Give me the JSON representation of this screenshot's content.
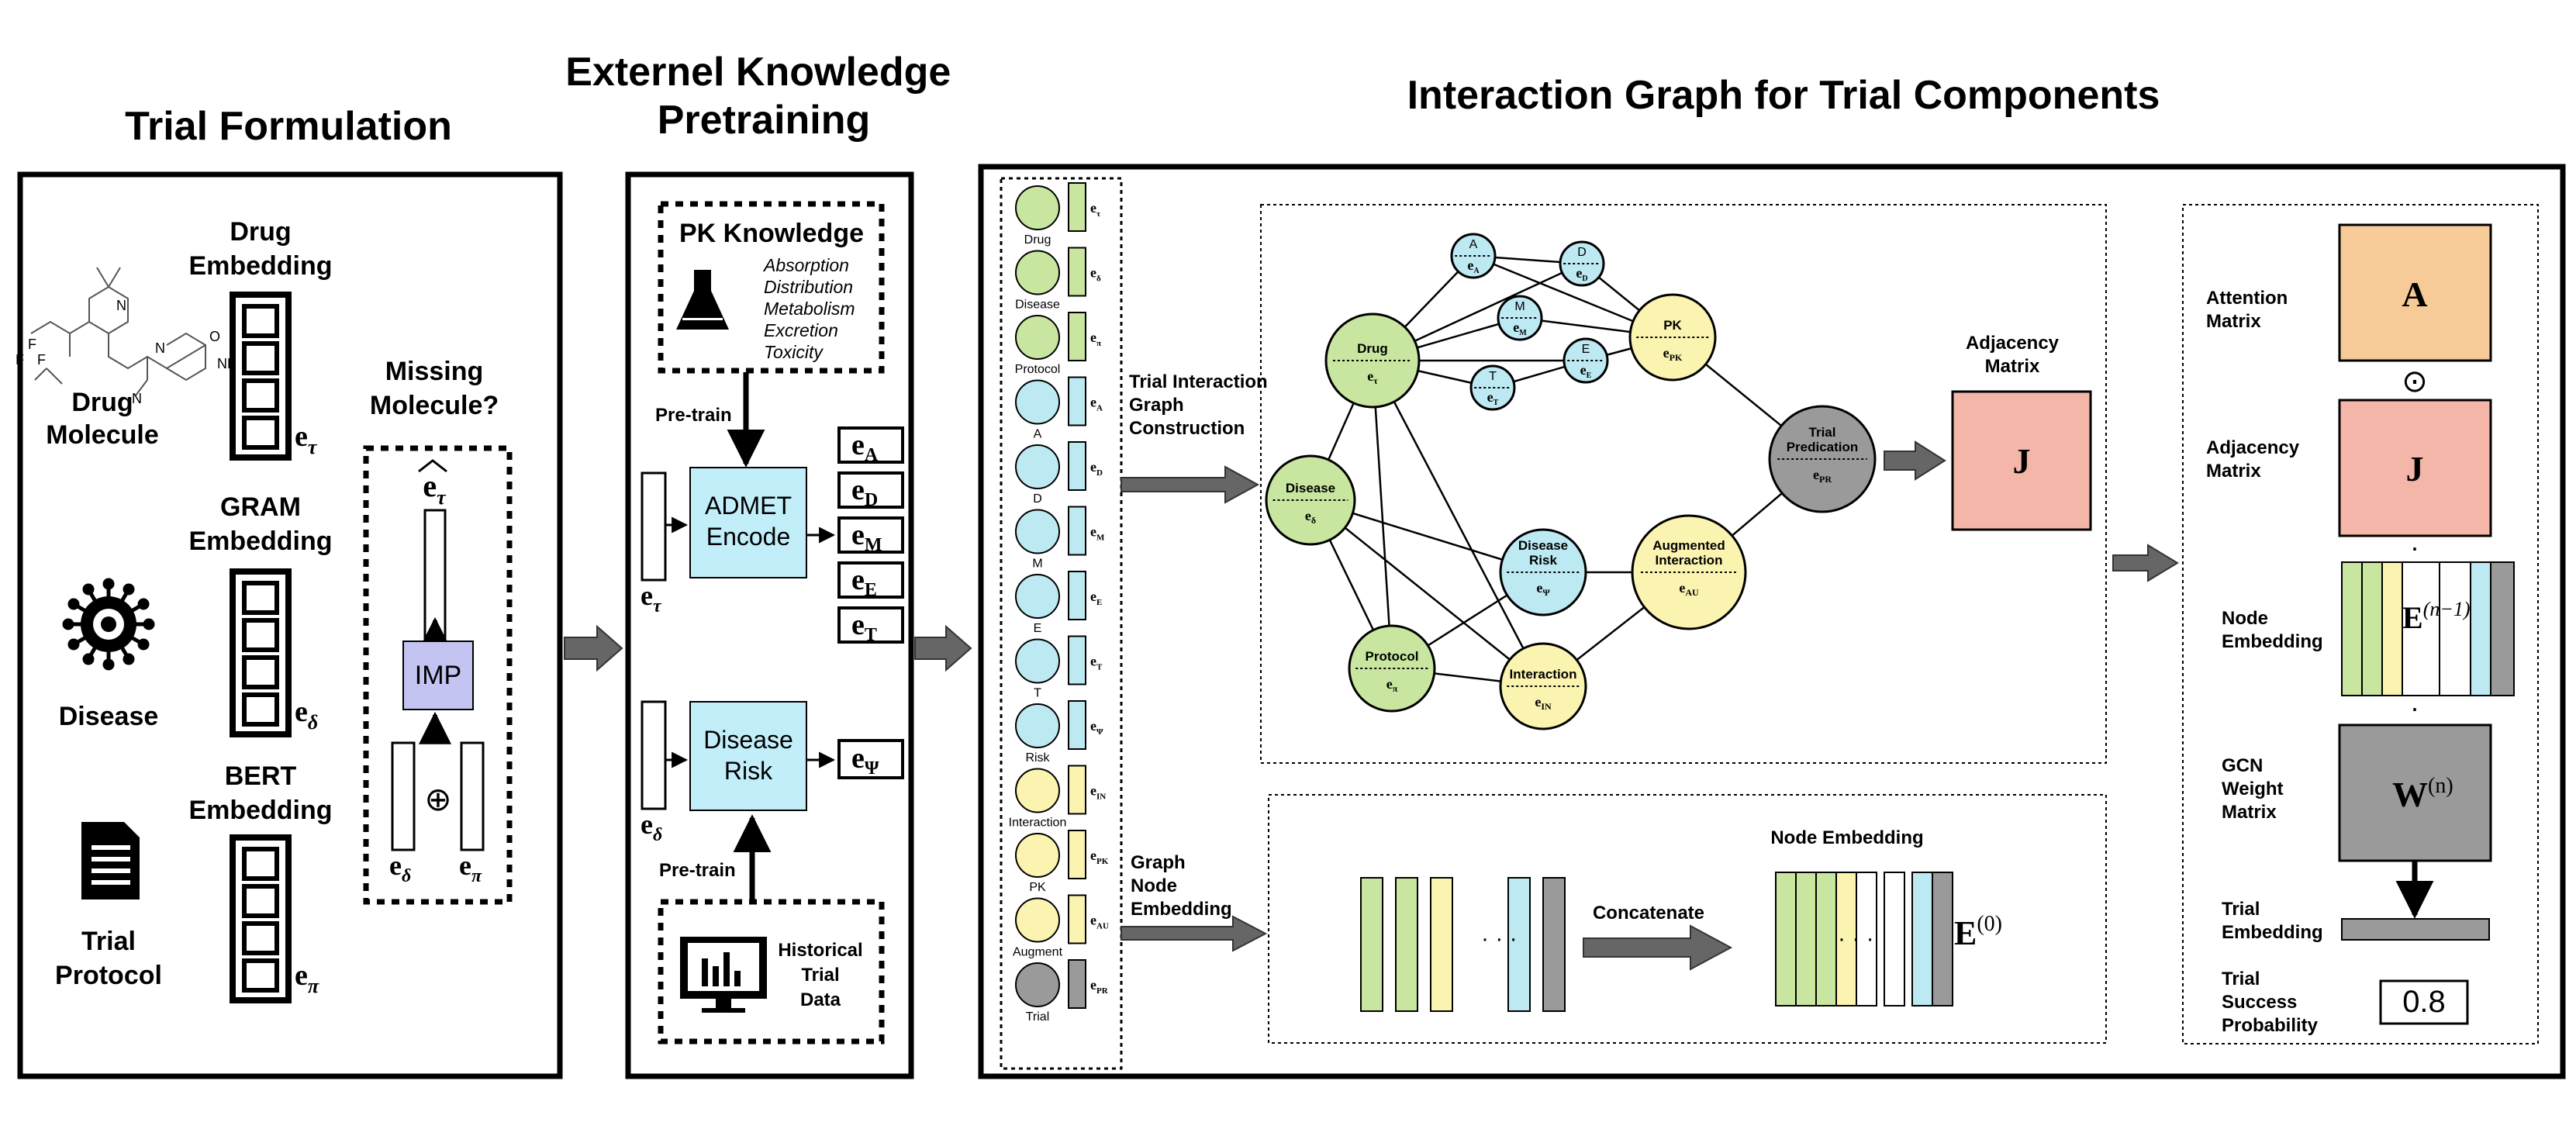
{
  "panels": {
    "trial_formulation": {
      "title": "Trial Formulation",
      "drug_molecule": "Drug Molecule",
      "disease": "Disease",
      "trial_protocol": "Trial Protocol",
      "drug_embedding": "Drug Embedding",
      "gram_embedding": "GRAM Embedding",
      "bert_embedding": "BERT Embedding",
      "e_tau": "e",
      "e_tau_sub": "τ",
      "e_delta": "e",
      "e_delta_sub": "δ",
      "e_pi": "e",
      "e_pi_sub": "π",
      "missing_molecule": "Missing Molecule?",
      "imp": "IMP",
      "oplus": "⊕"
    },
    "external_knowledge": {
      "title": "Externel Knowledge Pretraining",
      "pk_knowledge": "PK Knowledge",
      "pk_items": [
        "Absorption",
        "Distribution",
        "Metabolism",
        "Excretion",
        "Toxicity"
      ],
      "pretrain": "Pre-train",
      "admet_encode": "ADMET Encode",
      "disease_risk": "Disease Risk",
      "historical_trial_data": "Historical Trial Data",
      "admet_outputs": [
        "A",
        "D",
        "M",
        "E",
        "T"
      ],
      "risk_output": "Ψ"
    },
    "interaction_graph": {
      "title": "Interaction Graph for Trial Components",
      "node_list": [
        {
          "label": "Drug",
          "sub": "τ",
          "color": "#c8e6a0"
        },
        {
          "label": "Disease",
          "sub": "δ",
          "color": "#c8e6a0"
        },
        {
          "label": "Protocol",
          "sub": "π",
          "color": "#c8e6a0"
        },
        {
          "label": "A",
          "sub": "A",
          "color": "#bde9f2"
        },
        {
          "label": "D",
          "sub": "D",
          "color": "#bde9f2"
        },
        {
          "label": "M",
          "sub": "M",
          "color": "#bde9f2"
        },
        {
          "label": "E",
          "sub": "E",
          "color": "#bde9f2"
        },
        {
          "label": "T",
          "sub": "T",
          "color": "#bde9f2"
        },
        {
          "label": "Risk",
          "sub": "Ψ",
          "color": "#bde9f2"
        },
        {
          "label": "Interaction",
          "sub": "IN",
          "color": "#fbf3b0"
        },
        {
          "label": "PK",
          "sub": "PK",
          "color": "#fbf3b0"
        },
        {
          "label": "Augment",
          "sub": "AU",
          "color": "#fbf3b0"
        },
        {
          "label": "Trial",
          "sub": "PR",
          "color": "#9a9a9a"
        }
      ],
      "trial_interaction_graph_construction": "Trial Interaction Graph Construction",
      "graph_node_embedding": "Graph Node Embedding",
      "adjacency_matrix": "Adjacency Matrix",
      "j_symbol": "J",
      "node_embedding": "Node Embedding",
      "concatenate": "Concatenate",
      "e0": "E",
      "e0_sup": "(0)",
      "graph_nodes": {
        "drug": {
          "label": "Drug",
          "vec": "e",
          "sub": "τ"
        },
        "disease": {
          "label": "Disease",
          "vec": "e",
          "sub": "δ"
        },
        "protocol": {
          "label": "Protocol",
          "vec": "e",
          "sub": "π"
        },
        "a": {
          "label": "A",
          "vec": "e",
          "sub": "A"
        },
        "d": {
          "label": "D",
          "vec": "e",
          "sub": "D"
        },
        "m": {
          "label": "M",
          "vec": "e",
          "sub": "M"
        },
        "e": {
          "label": "E",
          "vec": "e",
          "sub": "E"
        },
        "t": {
          "label": "T",
          "vec": "e",
          "sub": "T"
        },
        "pk": {
          "label": "PK",
          "vec": "e",
          "sub": "PK"
        },
        "risk": {
          "label": "Disease Risk",
          "vec": "e",
          "sub": "Ψ"
        },
        "aug": {
          "label": "Augmented Interaction",
          "vec": "e",
          "sub": "AU"
        },
        "interaction": {
          "label": "Interaction",
          "vec": "e",
          "sub": "IN"
        },
        "trial": {
          "label": "Trial Predication",
          "vec": "e",
          "sub": "PR"
        }
      }
    },
    "gcn": {
      "attention_matrix": "Attention Matrix",
      "a_symbol": "A",
      "odot": "⊙",
      "adjacency_matrix": "Adjacency Matrix",
      "j_symbol": "J",
      "node_embedding": "Node Embedding",
      "e_n1": "E",
      "e_n1_sup": "(n−1)",
      "gcn_weight_matrix": "GCN Weight Matrix",
      "w_n": "W",
      "w_n_sup": "(n)",
      "trial_embedding": "Trial Embedding",
      "trial_success_probability": "Trial Success Probability",
      "probability": "0.8",
      "dot1": "·",
      "dot2": "·"
    }
  },
  "colors": {
    "green": "#c8e6a0",
    "blue": "#bde9f2",
    "yellow": "#fbf3b0",
    "gray": "#9a9a9a",
    "attention": "#f7cb98",
    "adjacency": "#f4b6a8",
    "imp": "#c4c4f2",
    "module": "#c2eefa"
  }
}
